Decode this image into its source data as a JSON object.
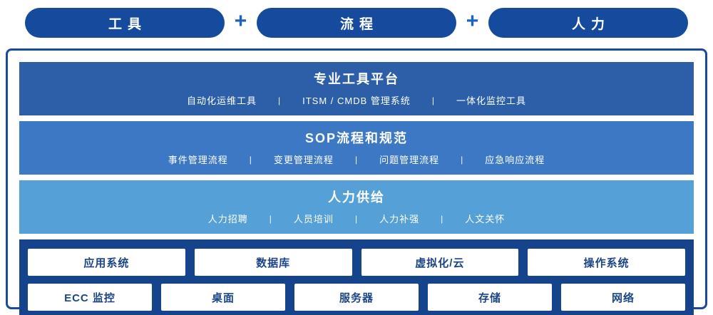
{
  "header": {
    "pills": [
      {
        "label": "工具"
      },
      {
        "label": "流程"
      },
      {
        "label": "人力"
      }
    ],
    "plus": "+"
  },
  "separator": "|",
  "bands": [
    {
      "title": "专业工具平台",
      "items": [
        "自动化运维工具",
        "ITSM / CMDB 管理系统",
        "一体化监控工具"
      ]
    },
    {
      "title": "SOP流程和规范",
      "items": [
        "事件管理流程",
        "变更管理流程",
        "问题管理流程",
        "应急响应流程"
      ]
    },
    {
      "title": "人力供给",
      "items": [
        "人力招聘",
        "人员培训",
        "人力补强",
        "人文关怀"
      ]
    }
  ],
  "infrastructure": {
    "row1": [
      "应用系统",
      "数据库",
      "虚拟化/云",
      "操作系统"
    ],
    "row2": [
      "ECC 监控",
      "桌面",
      "服务器",
      "存储",
      "网络"
    ]
  },
  "colors": {
    "pill": "#164a9d",
    "plus": "#1e63bd",
    "panel_border": "#1b4a9b",
    "band_tools": "#2d5fa8",
    "band_sop": "#3d78c4",
    "band_hr": "#55a0d6",
    "band_infra": "#16448c",
    "cell_text": "#1c4586"
  }
}
